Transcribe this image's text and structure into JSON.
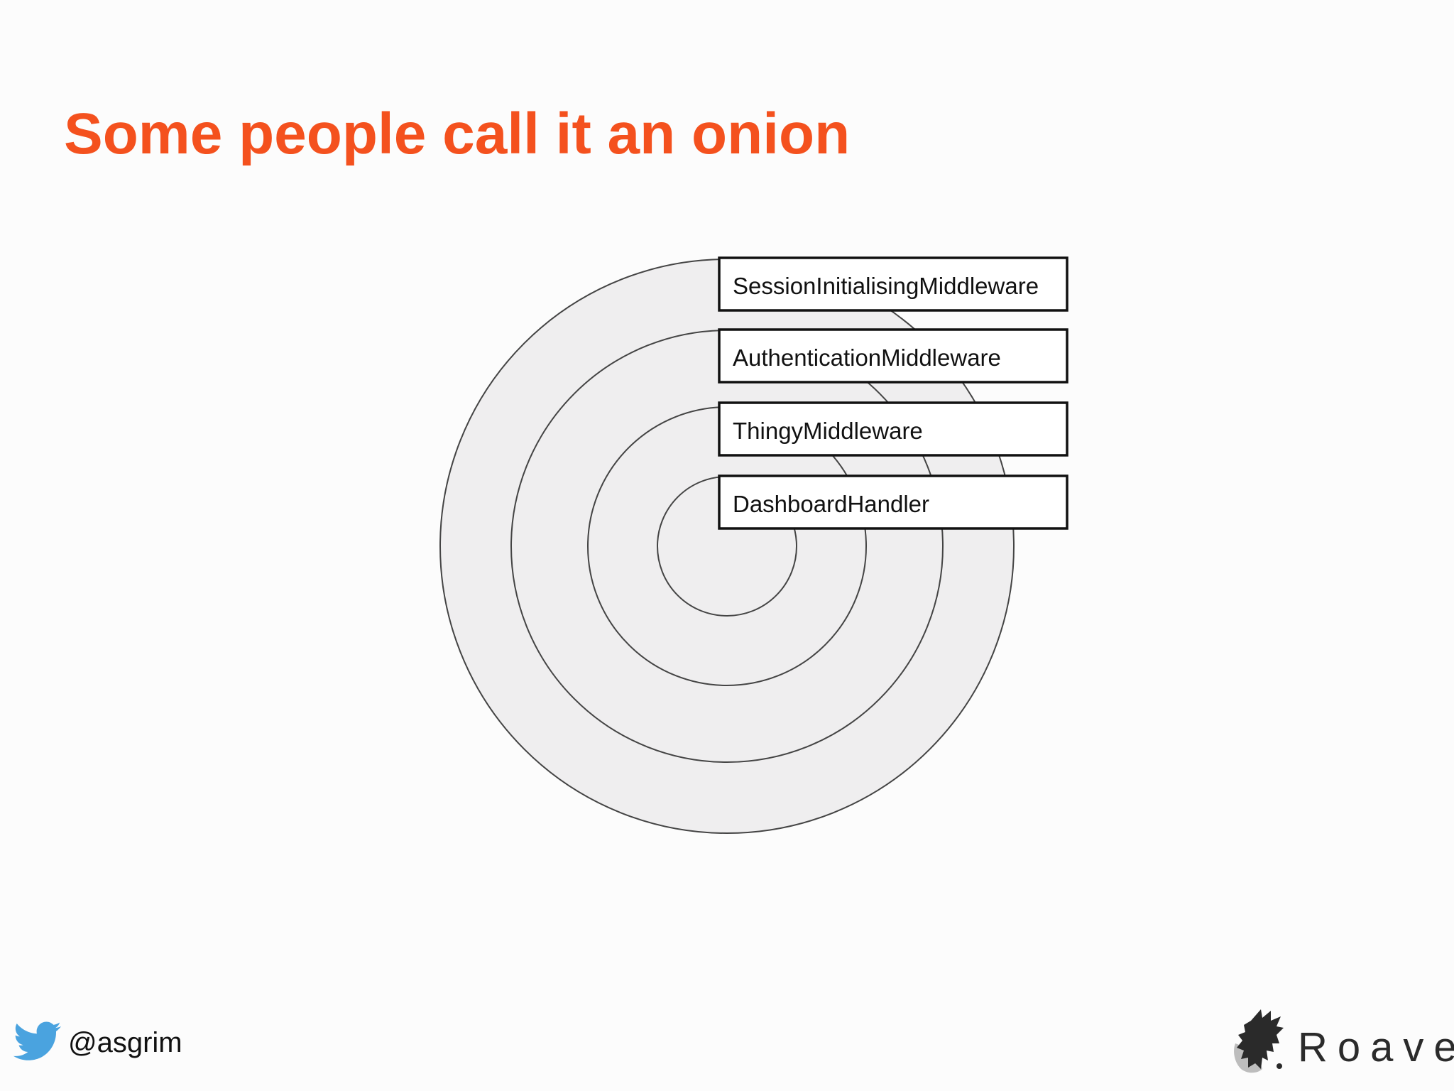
{
  "slide": {
    "title": "Some people call it an onion",
    "title_color": "#f4511e",
    "layers": [
      {
        "label": "SessionInitialisingMiddleware"
      },
      {
        "label": "AuthenticationMiddleware"
      },
      {
        "label": "ThingyMiddleware"
      },
      {
        "label": "DashboardHandler"
      }
    ],
    "ring_fill": "#efeeef",
    "ring_stroke": "#444444"
  },
  "footer": {
    "twitter_icon": "twitter-bird-icon",
    "handle": "@asgrim",
    "logo_icon": "roave-logo-icon",
    "logo_text": "Roave",
    "twitter_color": "#4aa3df"
  }
}
